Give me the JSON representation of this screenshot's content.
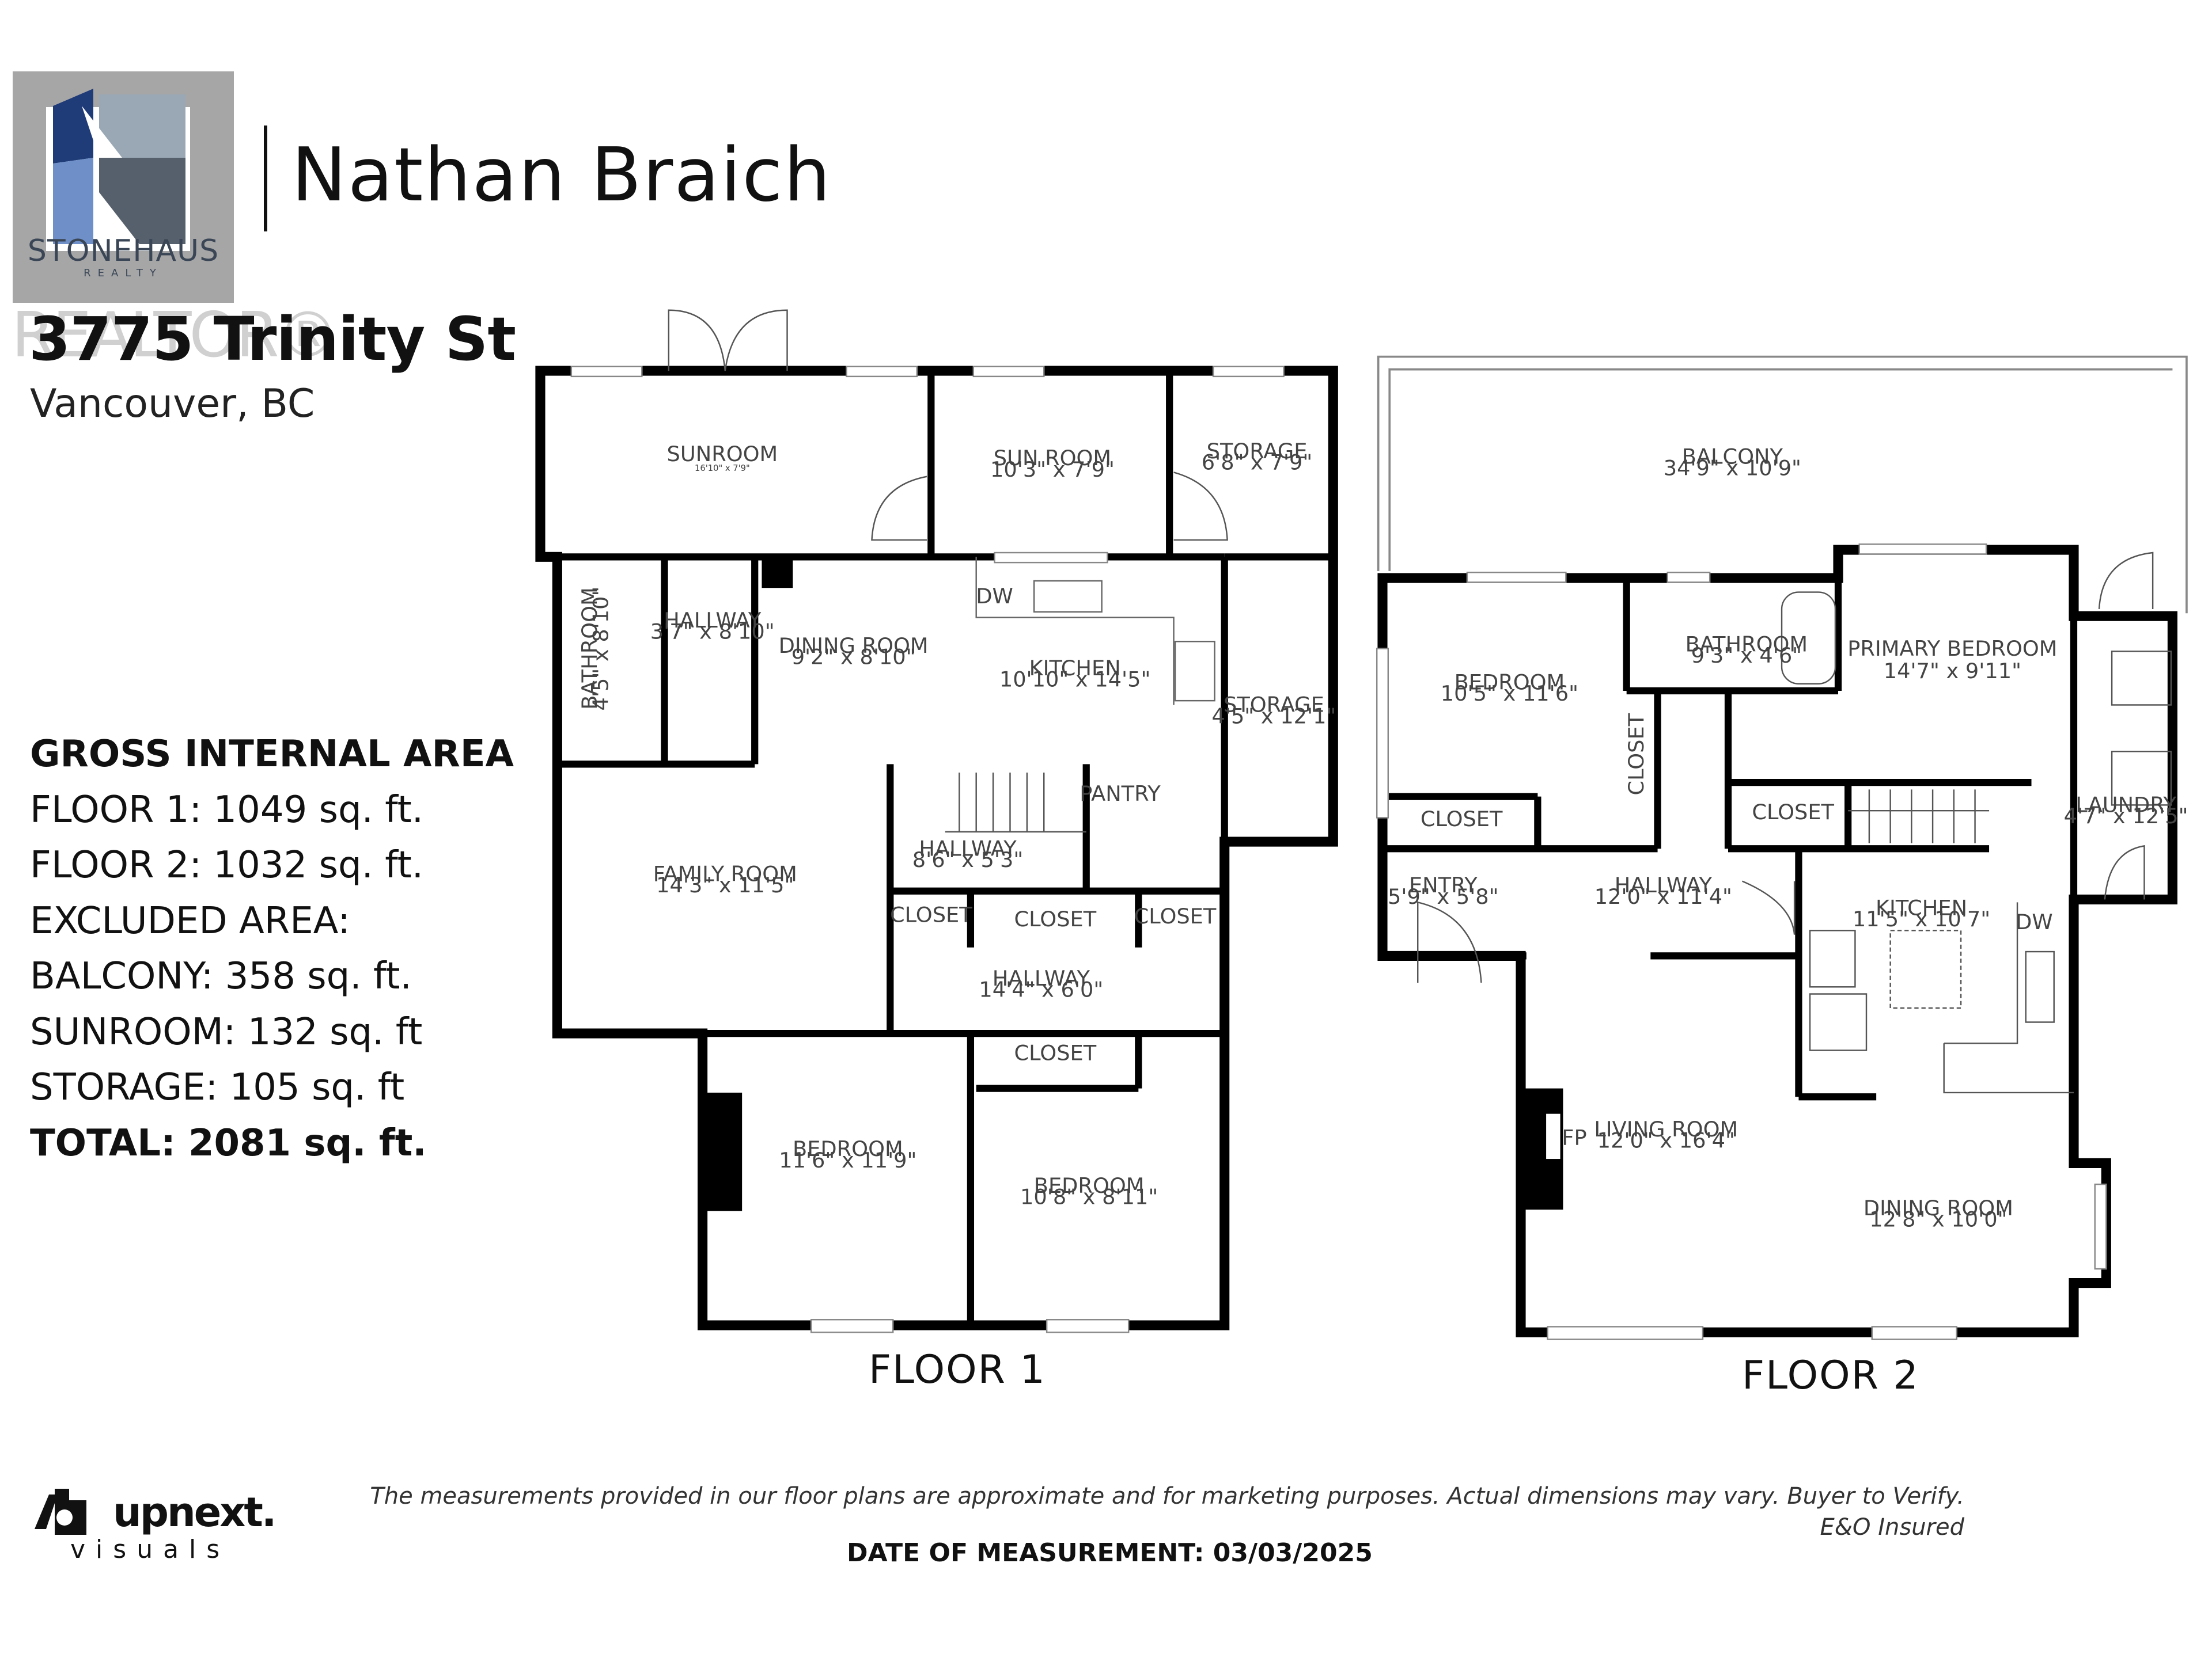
{
  "brand": {
    "logo_word": "STONEHAUS",
    "logo_sub": "REALTY",
    "watermark": "REALTOR®",
    "agent_name": "Nathan Braich"
  },
  "listing": {
    "address": "3775 Trinity St",
    "city": "Vancouver, BC"
  },
  "area_summary": {
    "heading": "GROSS INTERNAL AREA",
    "lines": [
      "FLOOR 1: 1049 sq. ft.",
      "FLOOR 2: 1032 sq. ft.",
      "EXCLUDED AREA:",
      "BALCONY: 358 sq. ft.",
      "SUNROOM: 132 sq. ft",
      "STORAGE: 105 sq. ft"
    ],
    "total": "TOTAL: 2081 sq. ft."
  },
  "floor1": {
    "label": "FLOOR 1",
    "rooms": [
      {
        "name": "SUNROOM",
        "dims": "16'10\" x 7'9\""
      },
      {
        "name": "SUN ROOM",
        "dims": "10'3\" x 7'9\""
      },
      {
        "name": "STORAGE",
        "dims": "6'8\" x 7'9\""
      },
      {
        "name": "BATHROOM",
        "dims": "4'5\" x 8'10\""
      },
      {
        "name": "HALLWAY",
        "dims": "3'7\" x 8'10\""
      },
      {
        "name": "DINING ROOM",
        "dims": "9'2\" x 8'10\""
      },
      {
        "name": "KITCHEN",
        "dims": "10'10\" x 14'5\""
      },
      {
        "name": "STORAGE",
        "dims": "4'5\" x 12'1\""
      },
      {
        "name": "FAMILY ROOM",
        "dims": "14'3\" x 11'5\""
      },
      {
        "name": "PANTRY",
        "dims": ""
      },
      {
        "name": "HALLWAY",
        "dims": "8'6\" x 5'3\""
      },
      {
        "name": "CLOSET",
        "dims": ""
      },
      {
        "name": "CLOSET",
        "dims": ""
      },
      {
        "name": "CLOSET",
        "dims": ""
      },
      {
        "name": "HALLWAY",
        "dims": "14'4\" x 6'0\""
      },
      {
        "name": "CLOSET",
        "dims": ""
      },
      {
        "name": "BEDROOM",
        "dims": "11'6\" x 11'9\""
      },
      {
        "name": "BEDROOM",
        "dims": "10'8\" x 8'11\""
      }
    ],
    "fixtures": {
      "dishwasher": "DW"
    }
  },
  "floor2": {
    "label": "FLOOR 2",
    "rooms": [
      {
        "name": "BALCONY",
        "dims": "34'9\" x 10'9\""
      },
      {
        "name": "BEDROOM",
        "dims": "10'5\" x 11'6\""
      },
      {
        "name": "BATHROOM",
        "dims": "9'3\" x 4'6\""
      },
      {
        "name": "PRIMARY BEDROOM",
        "dims": "14'7\" x 9'11\""
      },
      {
        "name": "CLOSET",
        "dims": ""
      },
      {
        "name": "CLOSET",
        "dims": ""
      },
      {
        "name": "CLOSET",
        "dims": ""
      },
      {
        "name": "LAUNDRY",
        "dims": "4'7\" x 12'5\""
      },
      {
        "name": "ENTRY",
        "dims": "5'9\" x 5'8\""
      },
      {
        "name": "HALLWAY",
        "dims": "12'0\" x 11'4\""
      },
      {
        "name": "KITCHEN",
        "dims": "11'5\" x 10'7\""
      },
      {
        "name": "LIVING ROOM",
        "dims": "12'0\" x 16'4\""
      },
      {
        "name": "DINING ROOM",
        "dims": "12'8\" x 10'0\""
      }
    ],
    "fixtures": {
      "dishwasher": "DW",
      "fireplace": "FP"
    }
  },
  "footer": {
    "disclaimer": "The measurements provided in our floor plans are approximate and for marketing purposes. Actual dimensions may vary. Buyer to Verify.",
    "insured": "E&O Insured",
    "date": "DATE OF MEASUREMENT: 03/03/2025",
    "credit_name": "upnext.",
    "credit_sub": "visuals"
  }
}
